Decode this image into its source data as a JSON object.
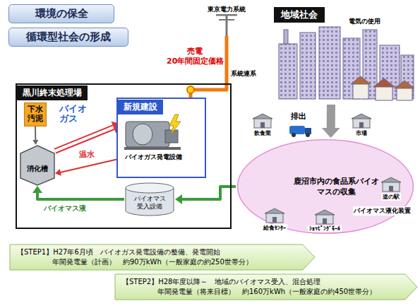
{
  "diagram": {
    "nodes": [
      {
        "text": [
          "環境の保全"
        ]
      },
      {
        "text": [
          "循環型社会の形成"
        ]
      },
      {
        "text": [
          "東京電力系統"
        ]
      },
      {
        "text": [
          "地域社会"
        ]
      },
      {
        "text": [
          "黒川終末処理場"
        ]
      },
      {
        "text": [
          "新規建設"
        ],
        "in": 4
      },
      {
        "text": [
          "バイオガス発電設備"
        ],
        "in": 5
      },
      {
        "text": [
          "下水汚泥"
        ],
        "in": 4
      },
      {
        "text": [
          "消化槽"
        ],
        "in": 4
      },
      {
        "text": [
          "バイオマス受入設備"
        ],
        "in": 4
      },
      {
        "text": [
          "鹿沼市内の食品系バイオマスの収集"
        ]
      },
      {
        "text": [
          "飲食業"
        ]
      },
      {
        "text": [
          "市場"
        ]
      },
      {
        "text": [
          "道の駅"
        ]
      },
      {
        "text": [
          "ｼｮｯﾋﾟﾝｸﾞﾓｰﾙ"
        ]
      },
      {
        "text": [
          "給食ｾﾝﾀｰ"
        ]
      },
      {
        "text": [
          "【STEP1】H27年6月頃　バイオガス発電設備の整備、発電開始",
          "年間発電量（計画）　約90万kWh（一般家庭の約250世帯分）"
        ]
      },
      {
        "text": [
          "【STEP2】H28年度以降～　地域のバイオマス受入、混合処理",
          "年間発電量（将来目標）　約160万kWh（一般家庭の約450世帯分）"
        ]
      }
    ],
    "edges": [
      {
        "from": 6,
        "to": 2,
        "arrow": "none",
        "label": "売電 20年間固定価格"
      },
      {
        "from": 3,
        "to": 10,
        "arrow": "to",
        "label": "排出"
      },
      {
        "from": 10,
        "to": 9,
        "arrow": "to"
      },
      {
        "from": 9,
        "to": 8,
        "arrow": "to",
        "label": "バイオマス液"
      },
      {
        "from": 8,
        "to": 6,
        "arrow": "to",
        "label": "バイオガス"
      },
      {
        "from": 6,
        "to": 8,
        "arrow": "to",
        "label": "温水"
      },
      {
        "from": 7,
        "to": 8,
        "arrow": "to"
      }
    ],
    "labels": [
      "電気の使用",
      "系統連系",
      "バイオマス液化装置"
    ]
  }
}
